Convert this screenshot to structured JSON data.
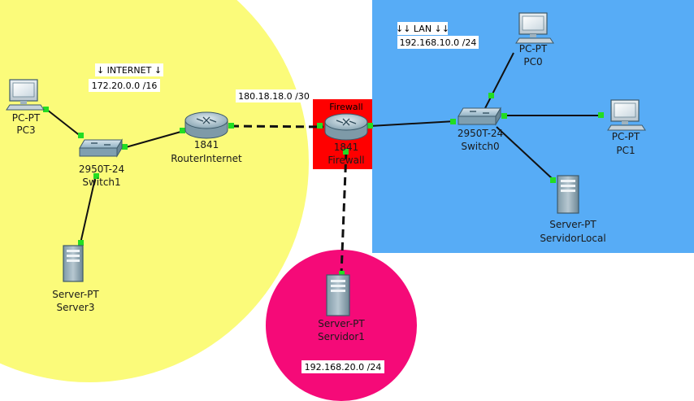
{
  "zones": {
    "internet_color": "#fbfb7a",
    "lan_color": "#57acf6",
    "dmz_color": "#f50a78",
    "firewall_color": "#ff0000"
  },
  "notes": {
    "internet": "↓ INTERNET ↓",
    "internet_net": "172.20.0.0 /16",
    "wan_net": "180.18.18.0 /30",
    "lan": "↓↓ LAN ↓↓",
    "lan_net": "192.168.10.0 /24",
    "dmz_net": "192.168.20.0 /24"
  },
  "firewall_box_label": "Firewall",
  "devices": {
    "pc3": {
      "type": "PC-PT",
      "name": "PC3",
      "icon": "pc-icon"
    },
    "switch1": {
      "type": "2950T-24",
      "name": "Switch1",
      "icon": "switch-icon"
    },
    "server3": {
      "type": "Server-PT",
      "name": "Server3",
      "icon": "server-icon"
    },
    "router_internet": {
      "type": "1841",
      "name": "RouterInternet",
      "icon": "router-icon"
    },
    "firewall": {
      "type": "1841",
      "name": "Firewall",
      "icon": "router-icon"
    },
    "servidor1": {
      "type": "Server-PT",
      "name": "Servidor1",
      "icon": "server-icon"
    },
    "switch0": {
      "type": "2950T-24",
      "name": "Switch0",
      "icon": "switch-icon"
    },
    "pc0": {
      "type": "PC-PT",
      "name": "PC0",
      "icon": "pc-icon"
    },
    "pc1": {
      "type": "PC-PT",
      "name": "PC1",
      "icon": "pc-icon"
    },
    "servidor_local": {
      "type": "Server-PT",
      "name": "ServidorLocal",
      "icon": "server-icon"
    }
  },
  "link_status_color": "#22dd22"
}
